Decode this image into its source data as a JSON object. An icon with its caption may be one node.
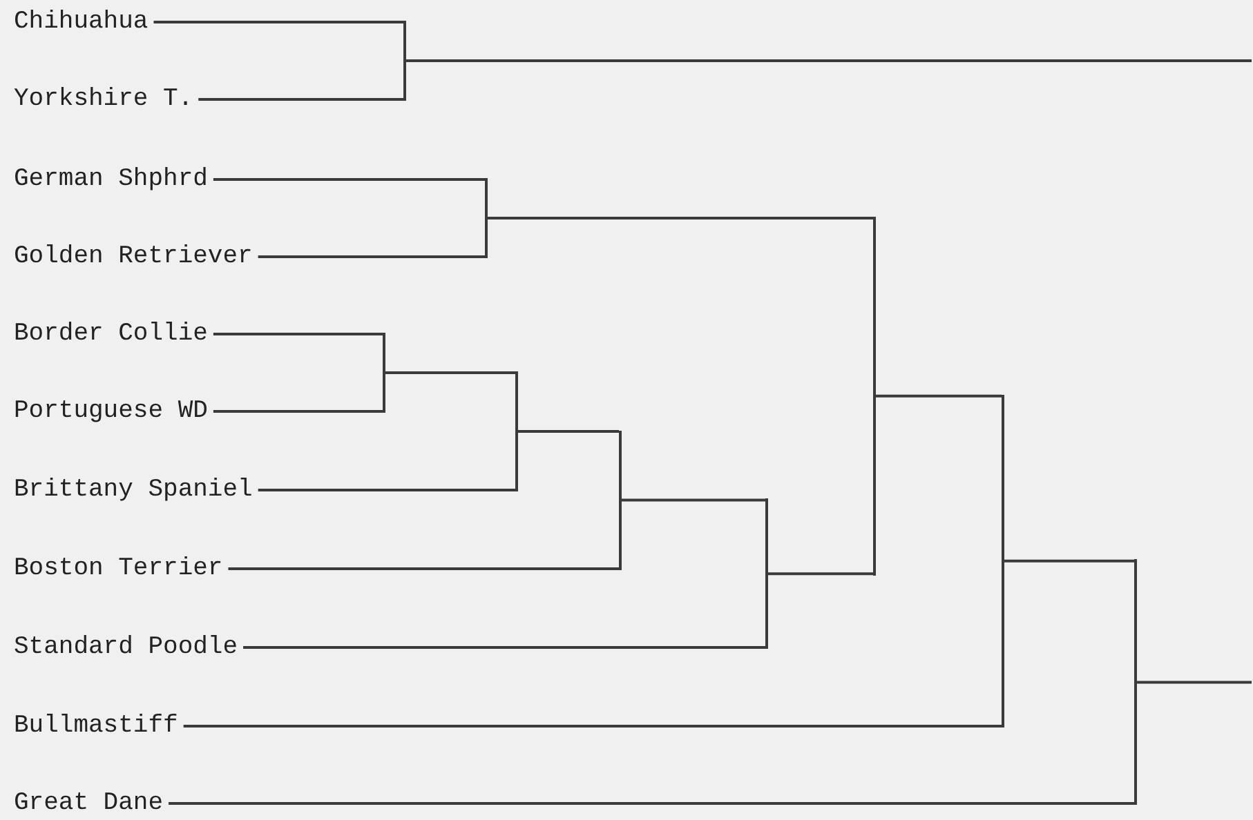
{
  "diagram": {
    "nodes": [
      {
        "text": [
          "Chihuahua"
        ]
      },
      {
        "text": [
          "Yorkshire T."
        ]
      },
      {
        "text": [
          "German Shphrd"
        ]
      },
      {
        "text": [
          "Golden Retriever"
        ]
      },
      {
        "text": [
          "Border Collie"
        ]
      },
      {
        "text": [
          "Portuguese WD"
        ]
      },
      {
        "text": [
          "Brittany Spaniel"
        ]
      },
      {
        "text": [
          "Boston Terrier"
        ]
      },
      {
        "text": [
          "Standard Poodle"
        ]
      },
      {
        "text": [
          "Bullmastiff"
        ]
      },
      {
        "text": [
          "Great Dane"
        ]
      },
      {
        "text": [],
        "shape": "bar"
      },
      {
        "text": [],
        "shape": "bar"
      },
      {
        "text": [],
        "shape": "bar"
      },
      {
        "text": [],
        "shape": "bar"
      },
      {
        "text": [],
        "shape": "bar"
      },
      {
        "text": [],
        "shape": "bar"
      },
      {
        "text": [],
        "shape": "bar"
      },
      {
        "text": [],
        "shape": "bar"
      },
      {
        "text": [],
        "shape": "bar"
      }
    ],
    "edges": [
      {
        "from": 0,
        "to": 11,
        "arrow": "none"
      },
      {
        "from": 1,
        "to": 11,
        "arrow": "none"
      },
      {
        "from": 11,
        "to": null,
        "arrow": "none"
      },
      {
        "from": 2,
        "to": 12,
        "arrow": "none"
      },
      {
        "from": 3,
        "to": 12,
        "arrow": "none"
      },
      {
        "from": 4,
        "to": 13,
        "arrow": "none"
      },
      {
        "from": 5,
        "to": 13,
        "arrow": "none"
      },
      {
        "from": 13,
        "to": 14,
        "arrow": "none"
      },
      {
        "from": 6,
        "to": 14,
        "arrow": "none"
      },
      {
        "from": 14,
        "to": 15,
        "arrow": "none"
      },
      {
        "from": 7,
        "to": 15,
        "arrow": "none"
      },
      {
        "from": 15,
        "to": 16,
        "arrow": "none"
      },
      {
        "from": 8,
        "to": 16,
        "arrow": "none"
      },
      {
        "from": 12,
        "to": 17,
        "arrow": "none"
      },
      {
        "from": 16,
        "to": 17,
        "arrow": "none"
      },
      {
        "from": 17,
        "to": 18,
        "arrow": "none"
      },
      {
        "from": 9,
        "to": 18,
        "arrow": "none"
      },
      {
        "from": 18,
        "to": 19,
        "arrow": "none"
      },
      {
        "from": 10,
        "to": 19,
        "arrow": "none"
      },
      {
        "from": 19,
        "to": null,
        "arrow": "none"
      }
    ]
  }
}
